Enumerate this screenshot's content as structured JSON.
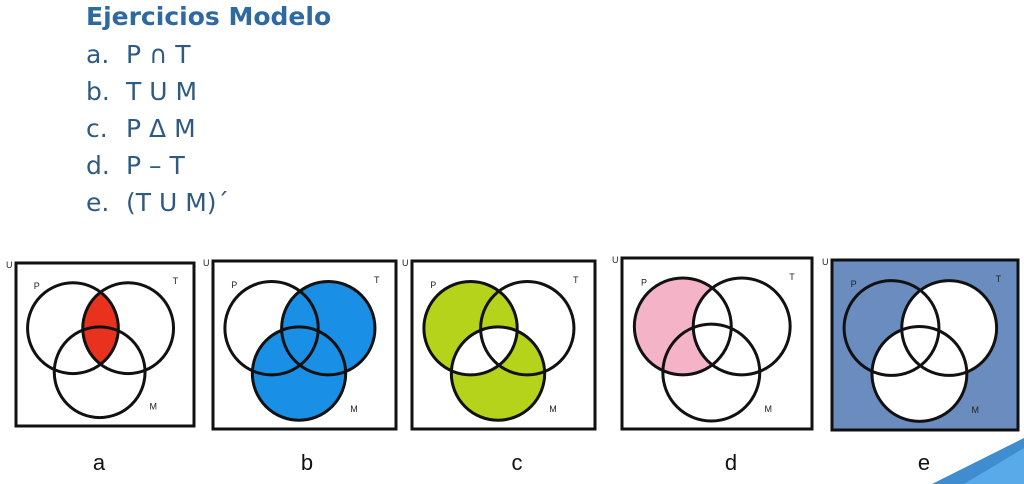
{
  "title": "Ejercicios Modelo",
  "exercises": [
    {
      "letter": "a.",
      "expression": "P ∩ T"
    },
    {
      "letter": "b.",
      "expression": "T U M"
    },
    {
      "letter": "c.",
      "expression": "P Δ M"
    },
    {
      "letter": "d.",
      "expression": "P – T"
    },
    {
      "letter": "e.",
      "expression": "(T U M)´"
    }
  ],
  "set_labels": {
    "universe": "U",
    "p": "P",
    "t": "T",
    "m": "M"
  },
  "diagrams": [
    {
      "caption": "a",
      "shaded": "P ∩ T",
      "fill_color": "#e8321e",
      "background": "#ffffff"
    },
    {
      "caption": "b",
      "shaded": "T U M",
      "fill_color": "#1a8fe6",
      "background": "#ffffff"
    },
    {
      "caption": "c",
      "shaded": "P Δ M",
      "fill_color": "#b4d31a",
      "background": "#ffffff"
    },
    {
      "caption": "d",
      "shaded": "P – T",
      "fill_color": "#f5b3c8",
      "background": "#ffffff"
    },
    {
      "caption": "e",
      "shaded": "(T U M)´",
      "fill_color": "#6a8cbf",
      "background": "#6a8cbf"
    }
  ],
  "colors": {
    "title": "#2e6aa0",
    "list_text": "#2f5a82",
    "outline": "#111111"
  }
}
